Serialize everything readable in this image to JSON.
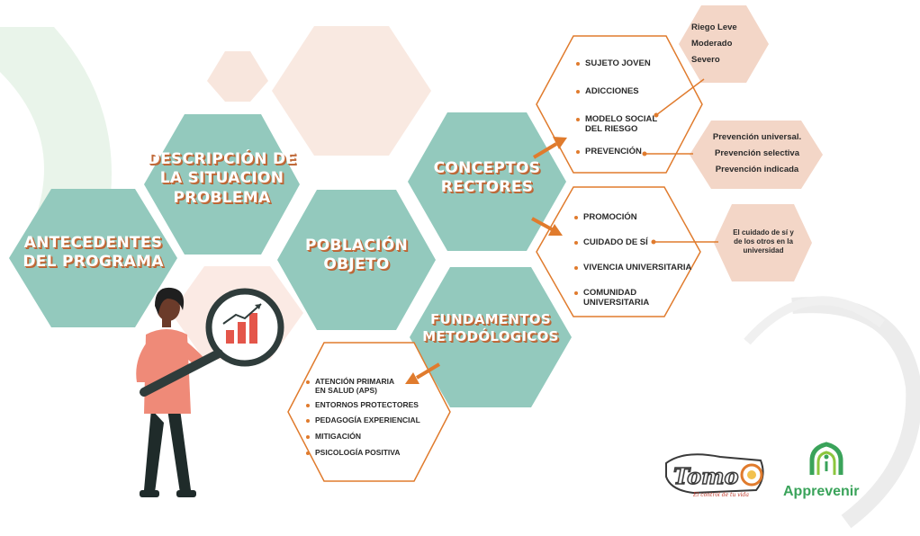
{
  "colors": {
    "teal": "#93c9bd",
    "teal_stroke": "#2f5f59",
    "peach": "#f3d6c7",
    "peach_light": "#f8e6dd",
    "orange": "#e07b2d",
    "green_logo": "#3aa35a"
  },
  "hexagons": {
    "antecedentes": [
      "ANTECEDENTES",
      "DEL PROGRAMA"
    ],
    "descripcion": [
      "DESCRIPCIÓN DE",
      "LA SITUACION",
      "PROBLEMA"
    ],
    "poblacion": [
      "POBLACIÓN",
      "OBJETO"
    ],
    "conceptos": [
      "CONCEPTOS",
      "RECTORES"
    ],
    "fundamentos": [
      "FUNDAMENTOS",
      "METODÓLOGICOS"
    ]
  },
  "conceptos_list_1": [
    "SUJETO JOVEN",
    "ADICCIONES",
    "MODELO SOCIAL\nDEL RIESGO",
    "PREVENCIÓN"
  ],
  "riesgo_levels": [
    "Riego Leve",
    "Moderado",
    "Severo"
  ],
  "prevencion_types": [
    "Prevención universal.",
    "Prevención selectiva",
    "Prevención indicada"
  ],
  "conceptos_list_2": [
    "PROMOCIÓN",
    "CUIDADO DE SÍ",
    "VIVENCIA UNIVERSITARIA",
    "COMUNIDAD\nUNIVERSITARIA"
  ],
  "cuidado_text": "El cuidado de sí y de los otros en la universidad",
  "fundamentos_list": [
    "ATENCIÓN PRIMARIA\nEN SALUD (APS)",
    "ENTORNOS PROTECTORES",
    "PEDAGOGÍA EXPERIENCIAL",
    "MITIGACIÓN",
    "PSICOLOGÍA POSITIVA"
  ],
  "logos": {
    "tomo": "Tomo",
    "tomo_tagline": "El control de tu vida",
    "apprevenir": "Apprevenir"
  },
  "icons": [
    "magnifier-chart-icon",
    "apprevenir-logo-icon",
    "tomo-logo-icon"
  ]
}
